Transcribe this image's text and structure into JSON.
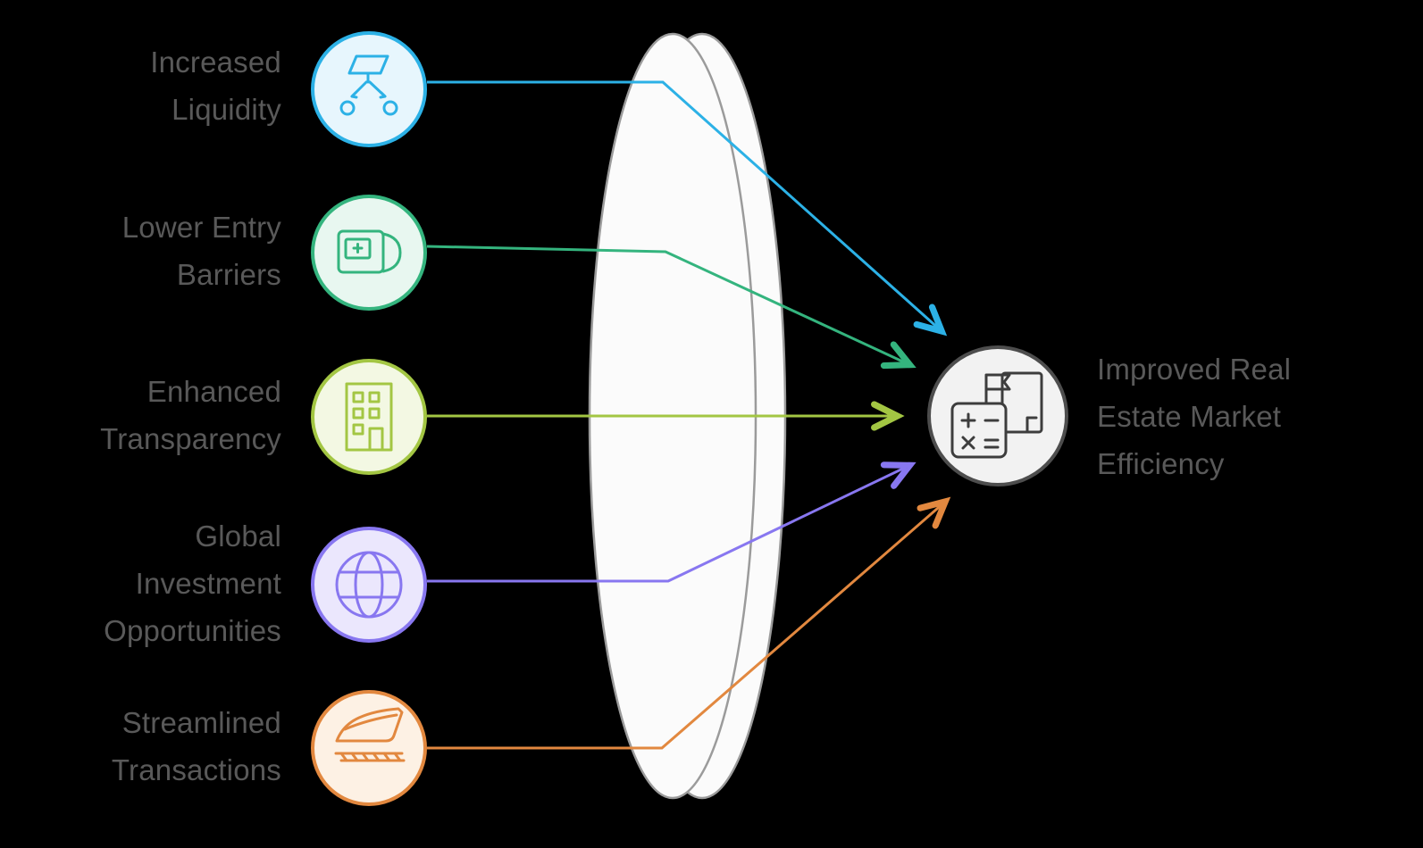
{
  "background": "#000000",
  "text_color": "#595959",
  "items": [
    {
      "label": "Increased\nLiquidity",
      "icon": "sitemap-icon",
      "color": "#2cb1e6",
      "tint": "#e7f6fd"
    },
    {
      "label": "Lower Entry\nBarriers",
      "icon": "wallet-icon",
      "color": "#34b47e",
      "tint": "#e8f7f0"
    },
    {
      "label": "Enhanced\nTransparency",
      "icon": "building-icon",
      "color": "#a3c643",
      "tint": "#f3f8e3"
    },
    {
      "label": "Global\nInvestment\nOpportunities",
      "icon": "globe-icon",
      "color": "#8877f0",
      "tint": "#ebe7fd"
    },
    {
      "label": "Streamlined\nTransactions",
      "icon": "train-icon",
      "color": "#e2883f",
      "tint": "#fdf1e4"
    }
  ],
  "lens": {
    "fill": "#fbfbfb",
    "stroke": "#9b9b9b"
  },
  "output": {
    "label": "Improved Real\nEstate Market\nEfficiency",
    "icon": "calculator-document-icon",
    "circle_fill": "#f2f2f2",
    "circle_stroke": "#4d4d4d",
    "icon_color": "#3d3d3d"
  }
}
